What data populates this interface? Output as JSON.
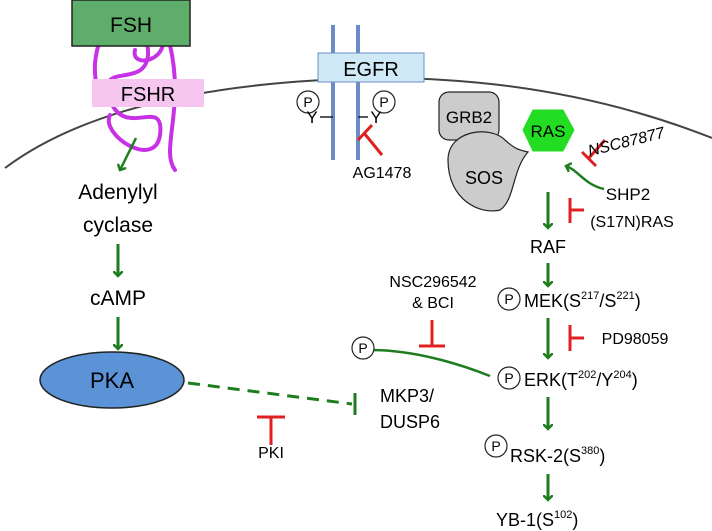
{
  "colors": {
    "activation": "#1e7d1e",
    "inhibition": "#e02020",
    "fsh_fill": "#5fad6b",
    "fshr_fill": "#f7c6f0",
    "fshr_coil": "#c832e6",
    "egfr_fill": "#cfe9f7",
    "egfr_stroke": "#6b8cc9",
    "ras_fill": "#22dd22",
    "pka_fill": "#5b93d6",
    "adaptor_fill": "#cccccc"
  },
  "icons": {
    "phospho": "circled-P"
  },
  "labels": {
    "fsh": "FSH",
    "fshr": "FSHR",
    "egfr": "EGFR",
    "grb2": "GRB2",
    "sos": "SOS",
    "ras": "RAS",
    "phospho_symbol": "P",
    "egfr_y_left": "Y",
    "egfr_y_right": "Y",
    "ag1478": "AG1478",
    "nsc87877": "NSC87877",
    "shp2": "SHP2",
    "s17n_ras": "(S17N)RAS",
    "adenylyl": "Adenylyl",
    "cyclase": "cyclase",
    "camp": "cAMP",
    "pka": "PKA",
    "pki": "PKI",
    "raf": "RAF",
    "mek_main": "MEK(S",
    "mek_sup1": "217",
    "mek_mid": "/S",
    "mek_sup2": "221",
    "mek_end": ")",
    "pd98059": "PD98059",
    "nsc296542": "NSC296542",
    "bci": "& BCI",
    "erk_main": "ERK(T",
    "erk_sup1": "202",
    "erk_mid": "/Y",
    "erk_sup2": "204",
    "erk_end": ")",
    "mkp3": "MKP3/",
    "dusp6": "DUSP6",
    "rsk_main": "RSK-2(S",
    "rsk_sup": "380",
    "rsk_end": ")",
    "yb1_main": "YB-1(S",
    "yb1_sup": "102",
    "yb1_end": ")"
  }
}
